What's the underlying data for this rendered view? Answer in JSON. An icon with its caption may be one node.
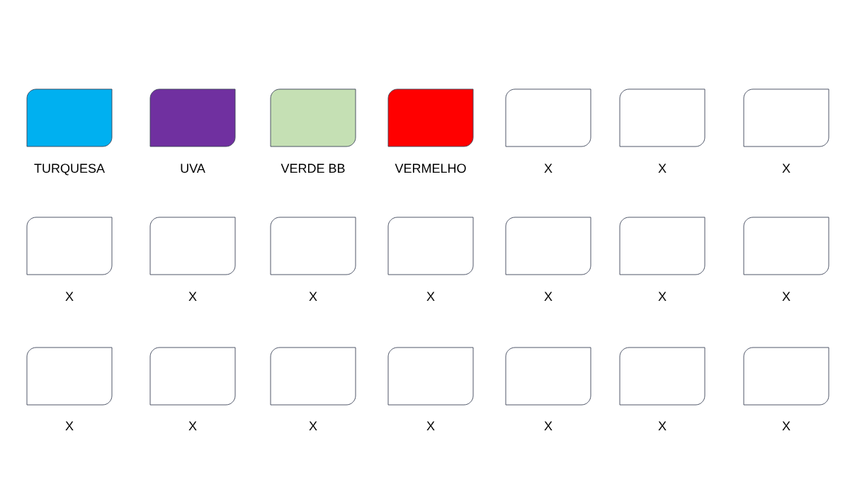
{
  "diagram": {
    "legend": [
      {
        "text": "TURQUESA",
        "color": "#00b0f0"
      },
      {
        "text": "UVA",
        "color": "#7030a0"
      },
      {
        "text": "VERDE BB",
        "color": "#c5e0b4"
      },
      {
        "text": "VERMELHO",
        "color": "#ff0000"
      },
      {
        "text": "X"
      },
      {
        "text": "X"
      },
      {
        "text": "X"
      },
      {
        "text": "X"
      },
      {
        "text": "X"
      },
      {
        "text": "X"
      },
      {
        "text": "X"
      },
      {
        "text": "X"
      },
      {
        "text": "X"
      },
      {
        "text": "X"
      },
      {
        "text": "X"
      },
      {
        "text": "X"
      },
      {
        "text": "X"
      },
      {
        "text": "X"
      },
      {
        "text": "X"
      },
      {
        "text": "X"
      },
      {
        "text": "X"
      }
    ]
  }
}
